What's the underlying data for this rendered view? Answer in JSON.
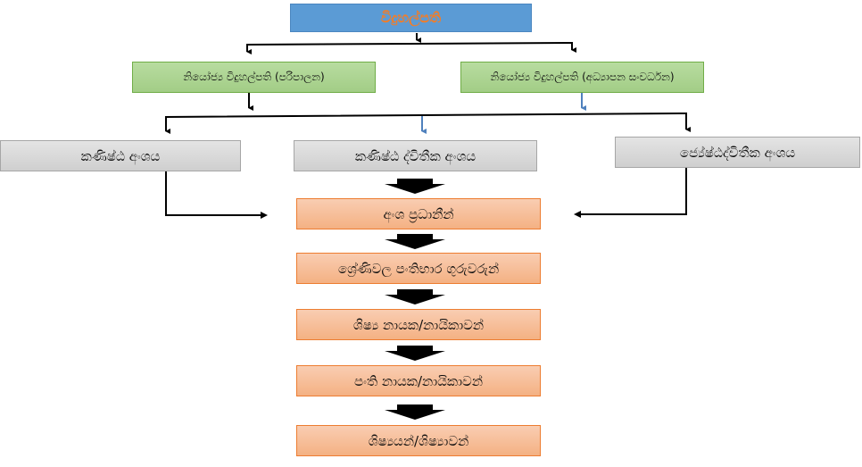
{
  "principal": "විදුහල්පති",
  "deputies": [
    "නියෝජ්‍ය විදුහල්පති (පරිපාලන)",
    "නියෝජ්‍ය විදුහල්පති (අධ්‍යාපන සංවර්ධන)"
  ],
  "sections": [
    "කණිෂ්ඨ අංශය",
    "කණිෂ්ඨ ද්විතීක අංශය",
    "ජ්‍යේෂ්ඨද්විතීක අංශය"
  ],
  "hierarchy": [
    "අංශ ප්‍රධානීන්",
    "ශ්‍රේණිවල පංතිභාර ගුරුවරුන්",
    "ශිෂ්‍ය නායක/නායිකාවන්",
    "පංති නායක/නායිකාවන්",
    "ශිෂ්‍යයන්/ශිෂ්‍යාවන්"
  ],
  "colors": {
    "principal": "#5b9bd5",
    "principal_text": "#f07d2a",
    "deputy": "#a9d18e",
    "section": "#d9d9d9",
    "hierarchy": "#f4b183",
    "blue_arrow": "#4f81bd"
  }
}
